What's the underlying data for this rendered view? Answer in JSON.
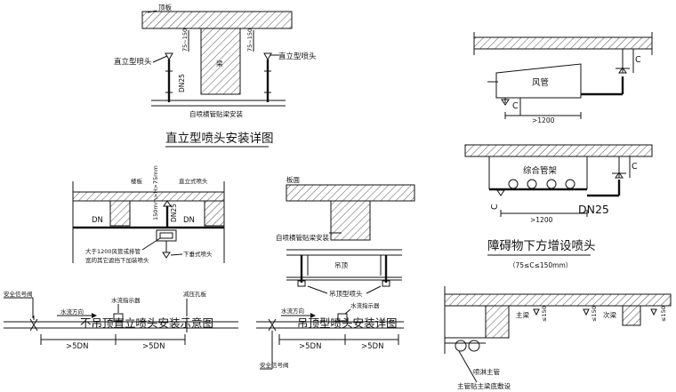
{
  "top_detail": {
    "slab_label": "顶板",
    "dim_left": "75~150",
    "dim_right": "75~150",
    "beam_label": "梁",
    "left_head_label": "直立型喷头",
    "right_head_label": "直立型喷头",
    "pipe_label": "DN25",
    "caption": "自喷横管贴梁安装",
    "title": "直立型喷头安装详图"
  },
  "middle_detail": {
    "slab_label": "楼板",
    "dim_label": "150mm>H>75mm",
    "head_label": "直立式喷头",
    "pipe_label": "DN25",
    "left_dn": "DN",
    "right_dn": "DN",
    "note_line1": "大于1200风管或排管",
    "note_line2": "宽的其它遮挡下加装喷头",
    "sidewall_label": "下垂式喷头",
    "valve_label": "安全信号阀",
    "flow_dir": "水流方向",
    "flow_indicator": "水流指示器",
    "relief_label": "减压孔板",
    "dim_a": ">5DN",
    "dim_b": ">5DN",
    "title": "不吊顶直立喷头安装示意图"
  },
  "ceiling_detail": {
    "slab_label": "板面",
    "caption": "自喷横管贴梁安装",
    "ceiling_label": "吊顶",
    "head_label": "吊顶型喷头",
    "flow_dir": "水流方向",
    "flow_indicator": "水流指示器",
    "dim_a": ">5DN",
    "dim_b": ">5DN",
    "valve_label": "安全信号阀",
    "title": "吊顶型喷头安装详图"
  },
  "right_detail": {
    "c_label_1": "C",
    "duct_label": "风管",
    "c_label_2": "C",
    "dim_1": ">1200",
    "c_label_3": "C",
    "rack_label": "综合管架",
    "c_label_4": "C",
    "dim_2": ">1200",
    "pipe_label": "DN25",
    "title": "障碍物下方增设喷头",
    "subtitle": "（75≤C≤150mm）"
  },
  "bottom_right_detail": {
    "main_beam": "主梁",
    "secondary_beam": "次梁",
    "dim_1": "≤150",
    "dim_2": "≤150",
    "dim_3": "≤150",
    "main_pipe": "喷淋主管",
    "note": "主管贴主梁底敷设"
  }
}
